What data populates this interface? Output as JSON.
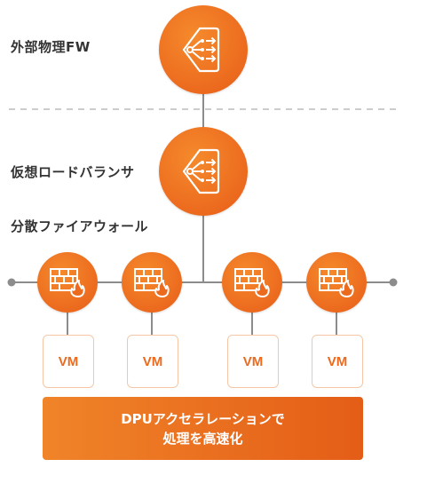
{
  "labels": {
    "physical_fw": "外部物理FW",
    "virtual_lb": "仮想ロードバランサ",
    "distributed_fw": "分散ファイアウォール"
  },
  "vms": [
    "VM",
    "VM",
    "VM",
    "VM"
  ],
  "dpu": {
    "line1": "DPUアクセラレーションで",
    "line2": "処理を高速化"
  },
  "icons": {
    "fw_physical": "load-distribution-icon",
    "lb": "load-distribution-icon",
    "firewall": "brick-firewall-icon"
  },
  "colors": {
    "accent": "#ec6a1e",
    "line": "#8c8c8c",
    "dashed": "#cccccc",
    "vm_border": "#f6c7a7"
  }
}
